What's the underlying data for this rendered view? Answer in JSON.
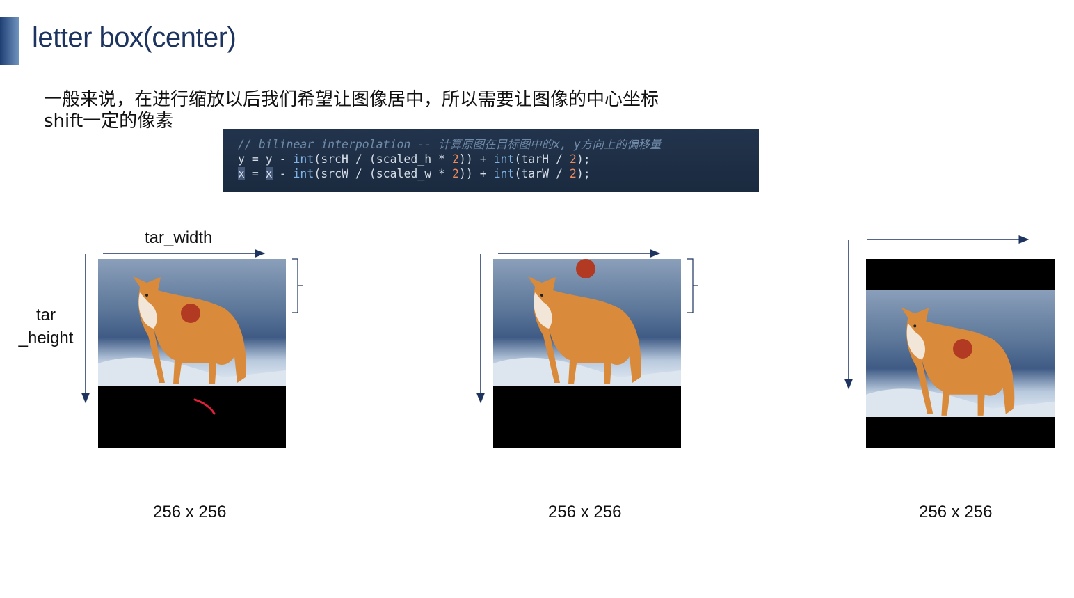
{
  "slide": {
    "title": "letter box(center)",
    "description": "一般来说，在进行缩放以后我们希望让图像居中，所以需要让图像的中心坐标shift一定的像素"
  },
  "code": {
    "comment": "// bilinear interpolation -- 计算原图在目标图中的x, y方向上的偏移量",
    "line2_var": "y",
    "line2_rest_a": " = y - ",
    "line2_int1": "int",
    "line2_mid1": "(srcH / (scaled_h * ",
    "line2_num1": "2",
    "line2_mid2": ")) + ",
    "line2_int2": "int",
    "line2_mid3": "(tarH / ",
    "line2_num2": "2",
    "line2_end": ");",
    "line3_var": "x",
    "line3_eq": " = ",
    "line3_sel": "x",
    "line3_rest_a": " - ",
    "line3_int1": "int",
    "line3_mid1": "(srcW / (scaled_w * ",
    "line3_num1": "2",
    "line3_mid2": ")) + ",
    "line3_int2": "int",
    "line3_mid3": "(tarW / ",
    "line3_num2": "2",
    "line3_end": ");"
  },
  "labels": {
    "tar_width": "tar_width",
    "tar_height_line1": "tar",
    "tar_height_line2": "_height"
  },
  "captions": [
    "256 x 256",
    "256 x 256",
    "256 x 256"
  ],
  "colors": {
    "title": "#1d3461",
    "accent": "#1f3f73",
    "arrow": "#1d3461",
    "marker_dot": "#b23a22",
    "code_bg": "#1f3048"
  }
}
